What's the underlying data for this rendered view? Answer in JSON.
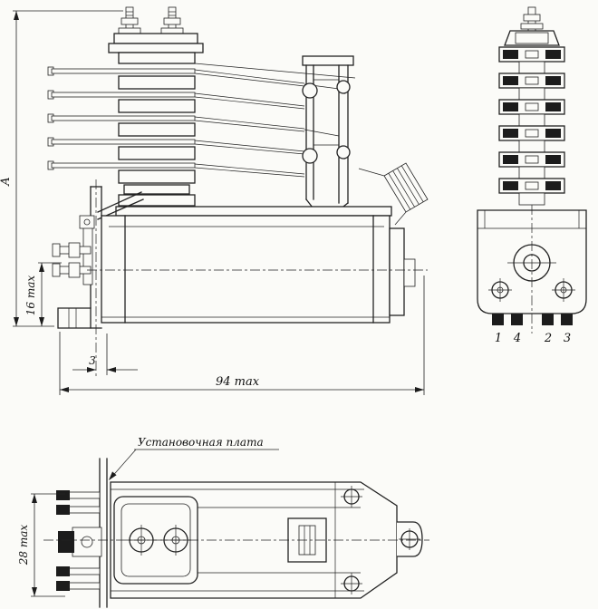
{
  "side_view": {
    "dim_a": "A",
    "dim_16": "16 max",
    "dim_3": "3",
    "dim_94": "94 max"
  },
  "end_view": {
    "terminals": [
      "1",
      "4",
      "2",
      "3"
    ]
  },
  "top_view": {
    "plate_label": "Установочная плата",
    "dim_28": "28 max"
  }
}
